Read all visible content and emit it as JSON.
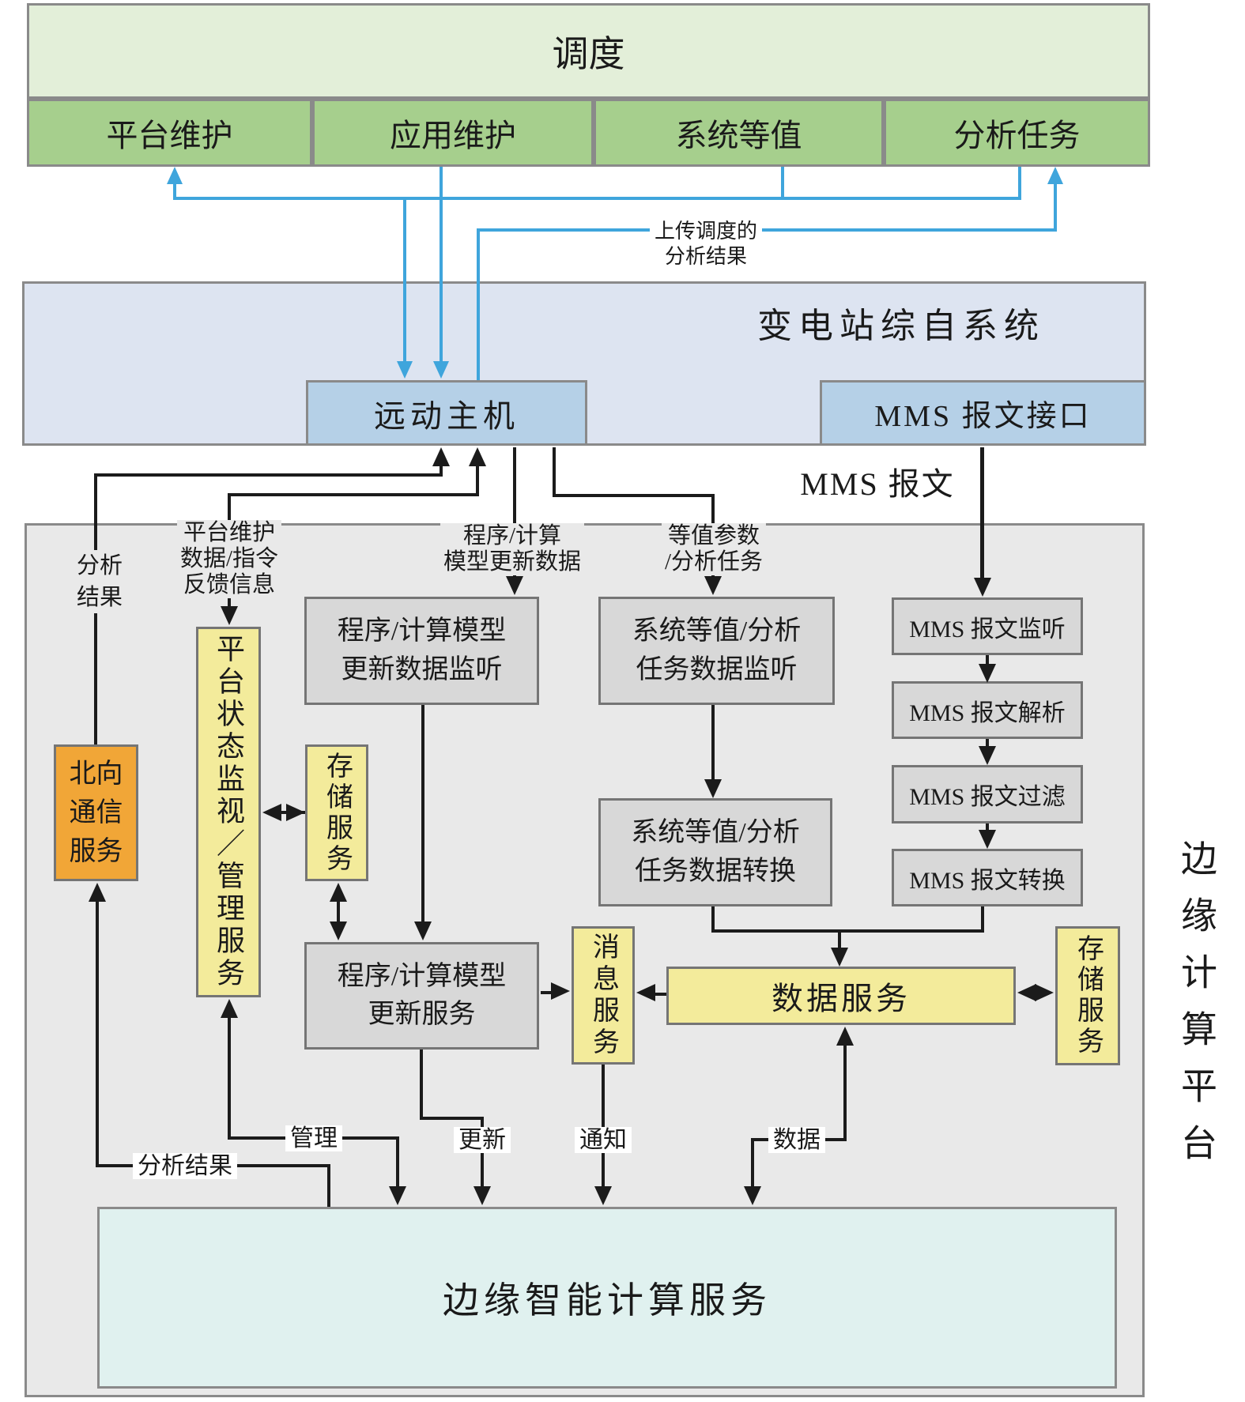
{
  "colors": {
    "dispatch_bg": "#e3efd9",
    "dispatch_cell_bg": "#a6cf8d",
    "substation_bg": "#dde4f1",
    "host_box_bg": "#b5d0e7",
    "edge_container_bg": "#e9e9e9",
    "module_bg": "#d8d8d8",
    "service_yellow_bg": "#f3eb9b",
    "north_comm_orange_bg": "#f1a637",
    "edge_compute_bg": "#e0f1ef",
    "blue_arrow": "#3fa5dc",
    "black_arrow": "#1b1b1b",
    "panel_border": "#8a8a8a",
    "module_border": "#757575"
  },
  "dispatch": {
    "title": "调度",
    "cells": [
      {
        "label": "平台维护"
      },
      {
        "label": "应用维护"
      },
      {
        "label": "系统等值"
      },
      {
        "label": "分析任务"
      }
    ]
  },
  "substation": {
    "title": "变电站综自系统",
    "remote_host_label": "远动主机",
    "mms_interface_label": "MMS 报文接口"
  },
  "connector_labels": {
    "upload_line1": "上传调度的",
    "upload_line2": "分析结果",
    "mms_message": "MMS 报文",
    "analysis_line1": "分析",
    "analysis_line2": "结果",
    "platform_fb_line1": "平台维护",
    "platform_fb_line2": "数据/指令",
    "platform_fb_line3": "反馈信息",
    "program_data_line1": "程序/计算",
    "program_data_line2": "模型更新数据",
    "equiv_param_line1": "等值参数",
    "equiv_param_line2": "/分析任务",
    "manage": "管理",
    "update": "更新",
    "notify": "通知",
    "data": "数据",
    "analysis_result": "分析结果"
  },
  "edge_platform": {
    "side_label": "边缘计算平台",
    "modules": {
      "program_update_listener": {
        "line1": "程序/计算模型",
        "line2": "更新数据监听"
      },
      "equiv_task_listener": {
        "line1": "系统等值/分析",
        "line2": "任务数据监听"
      },
      "mms_listener": {
        "label": "MMS 报文监听"
      },
      "mms_parser": {
        "label": "MMS 报文解析"
      },
      "mms_filter": {
        "label": "MMS 报文过滤"
      },
      "mms_converter": {
        "label": "MMS 报文转换"
      },
      "equiv_task_converter": {
        "line1": "系统等值/分析",
        "line2": "任务数据转换"
      },
      "north_comm": {
        "label": "北向通信服务"
      },
      "platform_monitor": {
        "label": "平台状态监视／管理服务"
      },
      "storage_left": {
        "label": "存储服务"
      },
      "program_update_service": {
        "line1": "程序/计算模型",
        "line2": "更新服务"
      },
      "message_service": {
        "label": "消息服务"
      },
      "data_service": {
        "label": "数据服务"
      },
      "storage_right": {
        "label": "存储服务"
      },
      "edge_compute_service": {
        "label": "边缘智能计算服务"
      }
    }
  }
}
